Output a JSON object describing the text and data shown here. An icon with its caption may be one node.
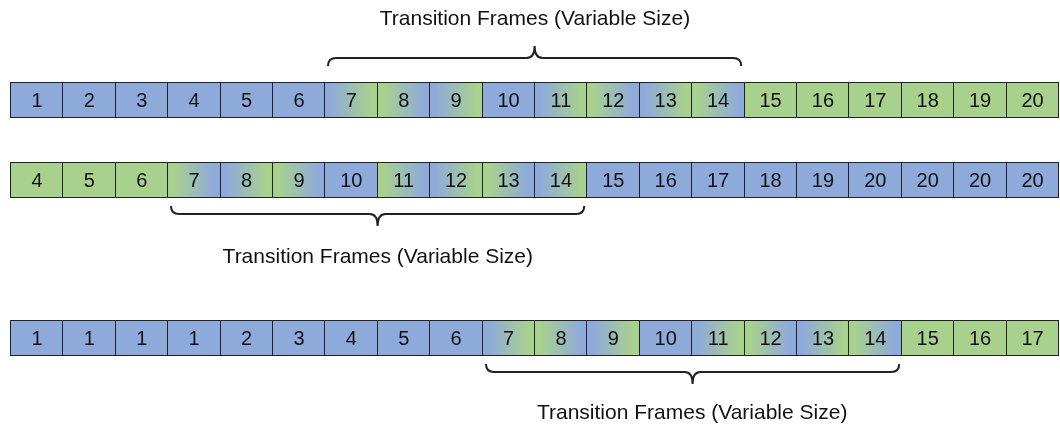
{
  "diagram": {
    "nodes": [
      {
        "text": [
          "1"
        ]
      },
      {
        "text": [
          "2"
        ]
      },
      {
        "text": [
          "3"
        ]
      },
      {
        "text": [
          "4"
        ]
      },
      {
        "text": [
          "5"
        ]
      },
      {
        "text": [
          "6"
        ]
      },
      {
        "text": [
          "7"
        ]
      },
      {
        "text": [
          "8"
        ]
      },
      {
        "text": [
          "9"
        ]
      },
      {
        "text": [
          "10"
        ]
      },
      {
        "text": [
          "11"
        ]
      },
      {
        "text": [
          "12"
        ]
      },
      {
        "text": [
          "13"
        ]
      },
      {
        "text": [
          "14"
        ]
      },
      {
        "text": [
          "15"
        ]
      },
      {
        "text": [
          "16"
        ]
      },
      {
        "text": [
          "17"
        ]
      },
      {
        "text": [
          "18"
        ]
      },
      {
        "text": [
          "19"
        ]
      },
      {
        "text": [
          "20"
        ]
      },
      {
        "text": [
          "4"
        ]
      },
      {
        "text": [
          "5"
        ]
      },
      {
        "text": [
          "6"
        ]
      },
      {
        "text": [
          "7"
        ]
      },
      {
        "text": [
          "8"
        ]
      },
      {
        "text": [
          "9"
        ]
      },
      {
        "text": [
          "10"
        ]
      },
      {
        "text": [
          "11"
        ]
      },
      {
        "text": [
          "12"
        ]
      },
      {
        "text": [
          "13"
        ]
      },
      {
        "text": [
          "14"
        ]
      },
      {
        "text": [
          "15"
        ]
      },
      {
        "text": [
          "16"
        ]
      },
      {
        "text": [
          "17"
        ]
      },
      {
        "text": [
          "18"
        ]
      },
      {
        "text": [
          "19"
        ]
      },
      {
        "text": [
          "20"
        ]
      },
      {
        "text": [
          "20"
        ]
      },
      {
        "text": [
          "20"
        ]
      },
      {
        "text": [
          "20"
        ]
      },
      {
        "text": [
          "1"
        ]
      },
      {
        "text": [
          "1"
        ]
      },
      {
        "text": [
          "1"
        ]
      },
      {
        "text": [
          "1"
        ]
      },
      {
        "text": [
          "2"
        ]
      },
      {
        "text": [
          "3"
        ]
      },
      {
        "text": [
          "4"
        ]
      },
      {
        "text": [
          "5"
        ]
      },
      {
        "text": [
          "6"
        ]
      },
      {
        "text": [
          "7"
        ]
      },
      {
        "text": [
          "8"
        ]
      },
      {
        "text": [
          "9"
        ]
      },
      {
        "text": [
          "10"
        ]
      },
      {
        "text": [
          "11"
        ]
      },
      {
        "text": [
          "12"
        ]
      },
      {
        "text": [
          "13"
        ]
      },
      {
        "text": [
          "14"
        ]
      },
      {
        "text": [
          "15"
        ]
      },
      {
        "text": [
          "16"
        ]
      },
      {
        "text": [
          "17"
        ]
      }
    ],
    "labels": [
      "Transition Frames (Variable Size)",
      "Transition Frames (Variable Size)",
      "Transition Frames (Variable Size)"
    ]
  }
}
